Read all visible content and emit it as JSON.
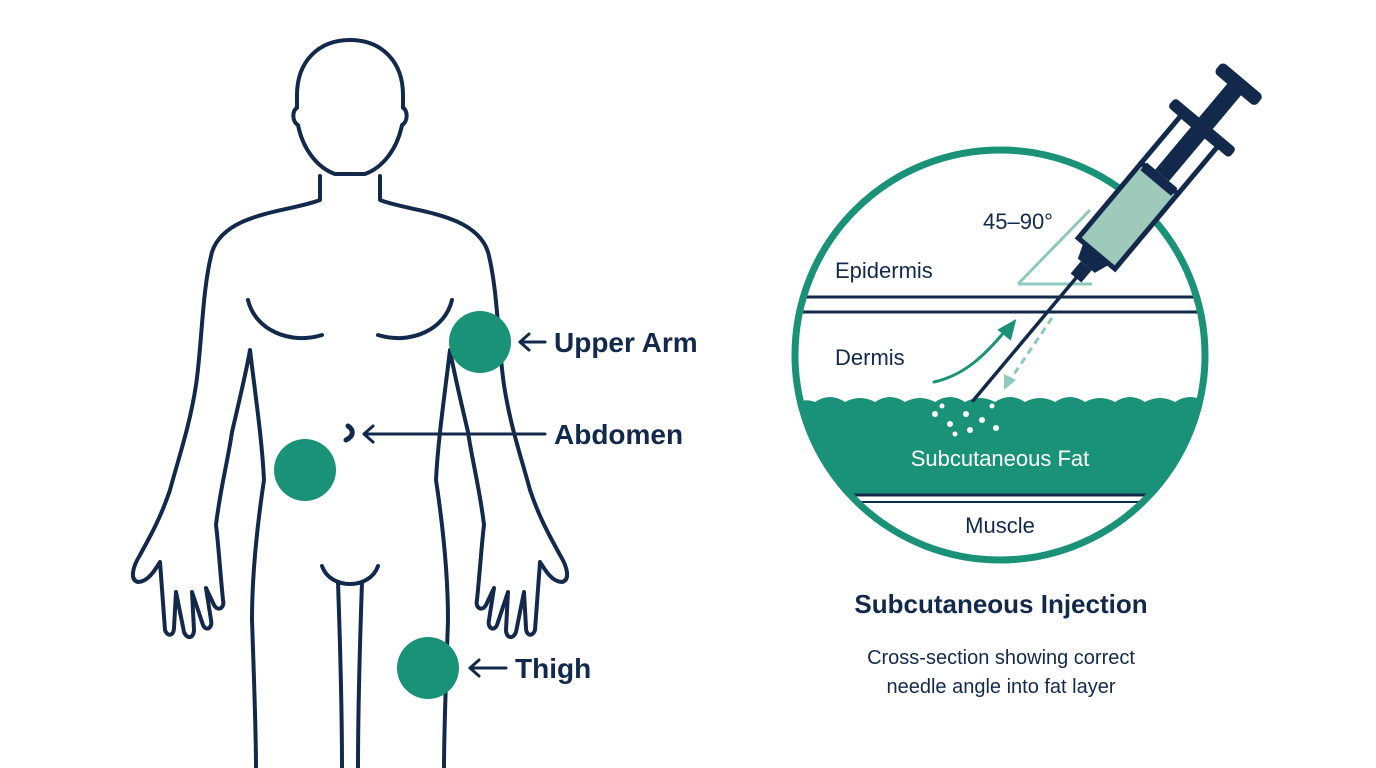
{
  "colors": {
    "outline": "#13294b",
    "teal": "#1a9277",
    "teal_light": "#8fc9b9",
    "syringe_barrel": "#9fc9bb",
    "background": "#ffffff"
  },
  "body_diagram": {
    "sites": [
      {
        "id": "upper-arm",
        "label": "Upper Arm"
      },
      {
        "id": "abdomen",
        "label": "Abdomen"
      },
      {
        "id": "thigh",
        "label": "Thigh"
      }
    ]
  },
  "cross_section": {
    "angle_label": "45–90°",
    "layers": [
      {
        "id": "epidermis",
        "label": "Epidermis"
      },
      {
        "id": "dermis",
        "label": "Dermis"
      },
      {
        "id": "subcutaneous-fat",
        "label": "Subcutaneous Fat"
      },
      {
        "id": "muscle",
        "label": "Muscle"
      }
    ],
    "title": "Subcutaneous Injection",
    "caption_line1": "Cross-section showing correct",
    "caption_line2": "needle angle into fat layer"
  }
}
